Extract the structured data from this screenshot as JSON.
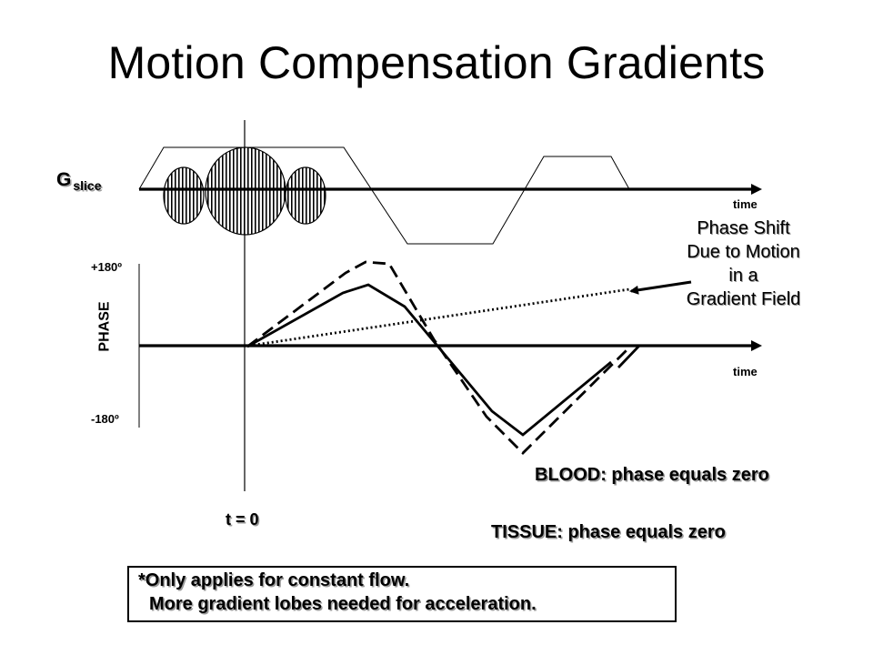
{
  "title": "Motion Compensation Gradients",
  "gradient": {
    "symbol": "G",
    "subscript": "slice",
    "time_label": "time"
  },
  "phase_plot": {
    "axis_label": "PHASE",
    "max_label": "+180º",
    "min_label": "-180º",
    "time_label": "time"
  },
  "annotation": {
    "line1": "Phase Shift",
    "line2": "Due to Motion",
    "line3": "in a",
    "line4": "Gradient Field"
  },
  "blood_label": "BLOOD: phase equals zero",
  "tissue_label": "TISSUE: phase equals zero",
  "t_zero_label": "t = 0",
  "note": {
    "line1": "*Only applies for constant flow.",
    "line2": "More gradient lobes needed for acceleration."
  }
}
